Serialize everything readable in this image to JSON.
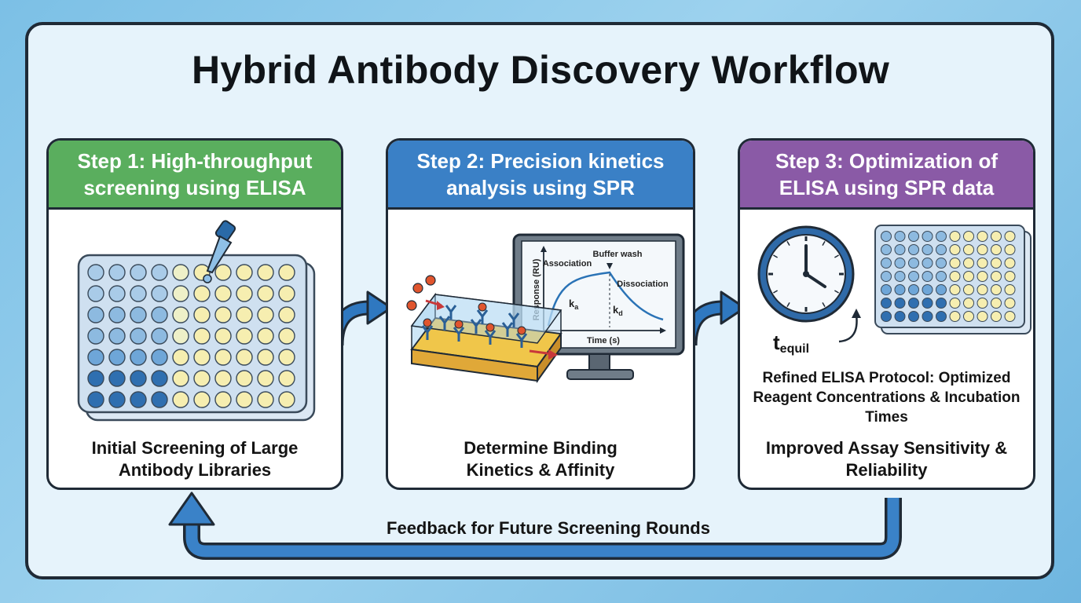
{
  "title": "Hybrid Antibody Discovery Workflow",
  "steps": [
    {
      "header": "Step 1: High-throughput screening using ELISA",
      "caption": "Initial Screening of Large Antibody Libraries",
      "color": "#5aae5e"
    },
    {
      "header": "Step 2: Precision kinetics analysis using SPR",
      "caption": "Determine Binding Kinetics & Affinity",
      "color": "#3a80c6"
    },
    {
      "header": "Step 3: Optimization of ELISA using SPR data",
      "protocol": "Refined ELISA Protocol: Optimized Reagent Concentrations & Incubation Times",
      "caption": "Improved Assay Sensitivity & Reliability",
      "color": "#8a5aa6"
    }
  ],
  "sensorgram": {
    "ylabel": "Response (RU)",
    "xlabel": "Time (s)",
    "association": "Association",
    "buffer_wash": "Buffer wash",
    "dissociation": "Dissociation",
    "ka": "k",
    "ka_sub": "a",
    "kd": "k",
    "kd_sub": "d"
  },
  "timer": {
    "label": "t",
    "label_sub": "equil"
  },
  "feedback": "Feedback for Future Screening Rounds",
  "colors": {
    "frame": "#1f2a36",
    "arrow": "#2f78c0",
    "well_yellow": "#f6eeb0",
    "well_blue": "#2f6fb0"
  }
}
